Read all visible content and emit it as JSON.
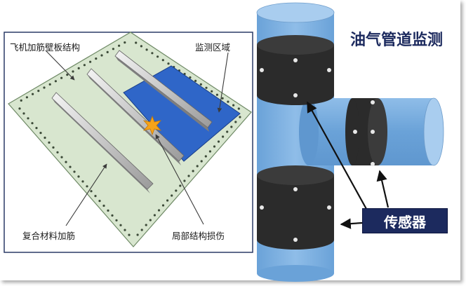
{
  "left_panel": {
    "label_stiffened_panel": "飞机加筋壁板结构",
    "label_monitor_area": "监测区域",
    "label_composite_stiffener": "复合材料加筋",
    "label_local_damage": "局部结构损伤"
  },
  "right_panel": {
    "title": "油气管道监测",
    "sensor_label": "传感器"
  },
  "colors": {
    "panel_fill": "#d8e6cf",
    "monitor_area": "#2f66c8",
    "pipe": "#7eb0e0",
    "pipe_top": "#a9cdef",
    "sensor_band": "#2b2b2b",
    "title_text": "#1c2a5e",
    "sensor_box_bg": "#1c2a5e",
    "damage_star": "#f5a31a"
  }
}
